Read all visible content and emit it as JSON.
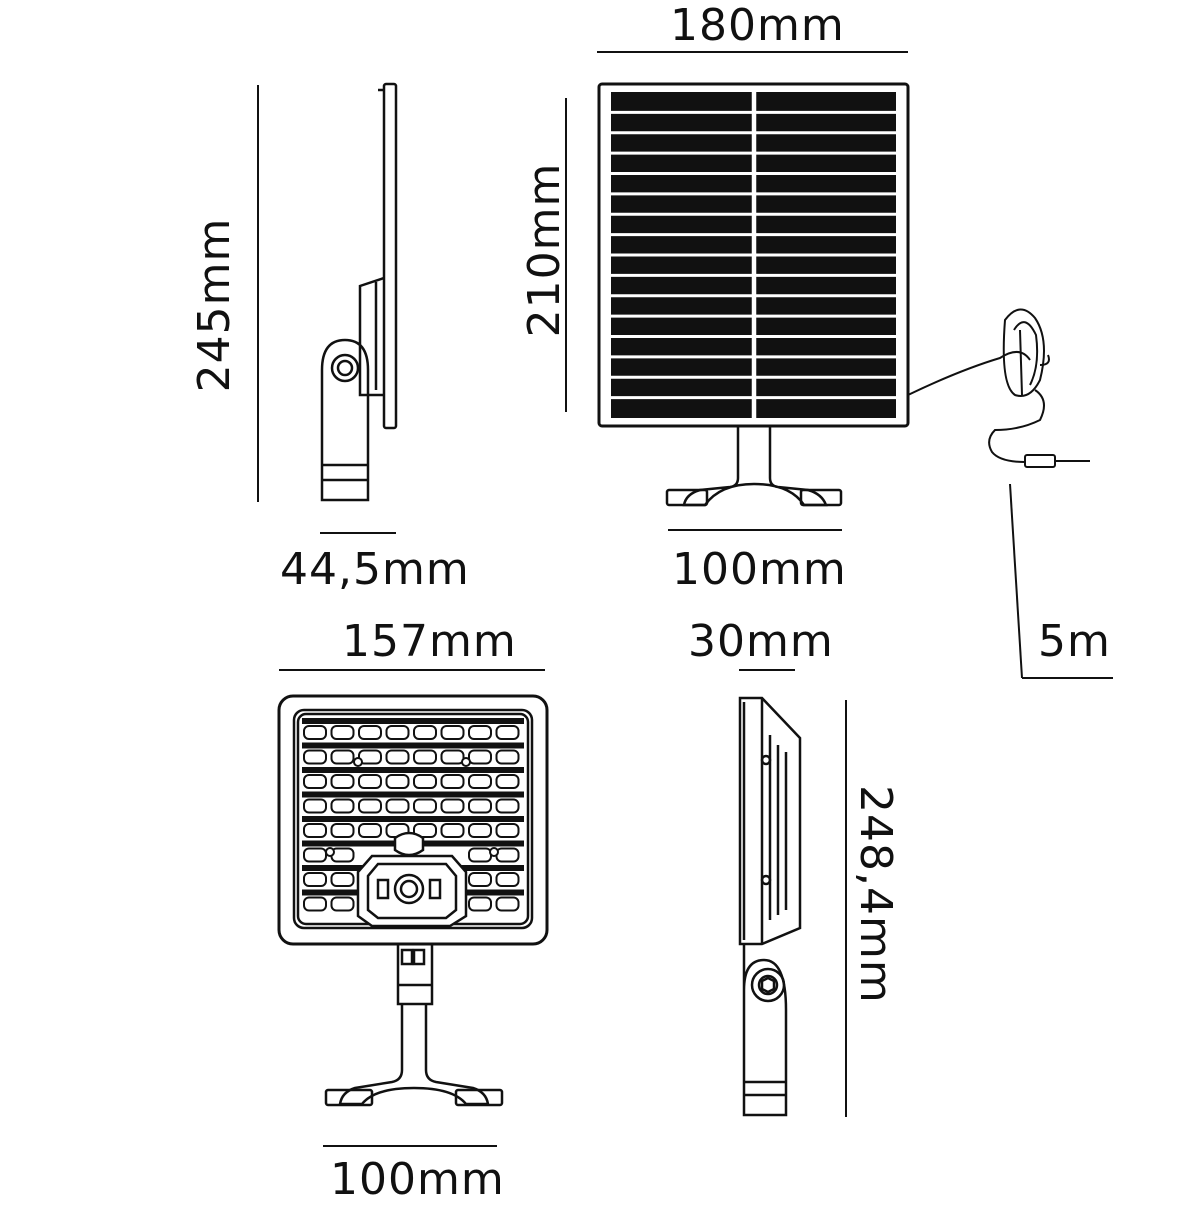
{
  "dimensions": {
    "panel_width": "180mm",
    "panel_height": "210mm",
    "panel_side_height": "245mm",
    "panel_side_depth": "44,5mm",
    "panel_bracket_width": "100mm",
    "cable_length": "5m",
    "lamp_width": "157mm",
    "lamp_depth": "30mm",
    "lamp_height": "248,4mm",
    "lamp_bracket_width": "100mm"
  },
  "colors": {
    "stroke": "#111111",
    "background": "#ffffff"
  }
}
